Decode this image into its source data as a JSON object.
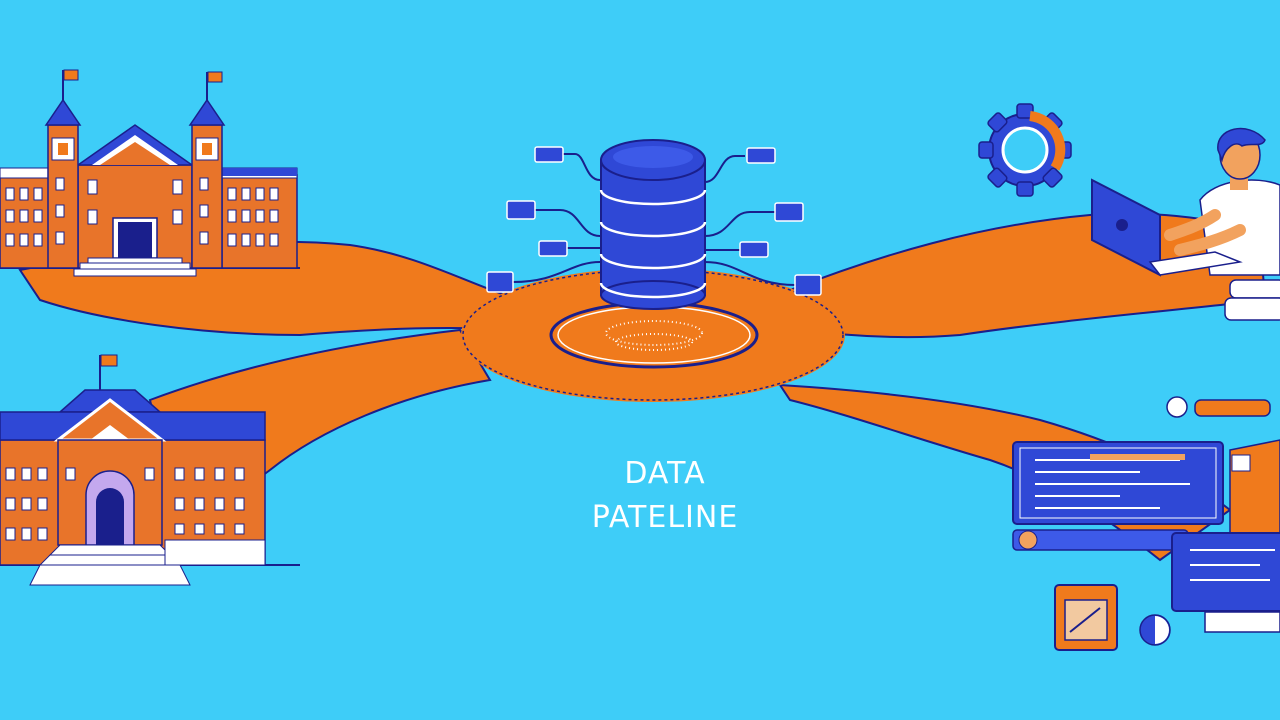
{
  "caption": {
    "line1": "DATA",
    "line2": "PATELINE"
  },
  "colors": {
    "background": "#3ecdf8",
    "path_orange": "#f07a1c",
    "navy": "#1a1f8c",
    "royal_blue": "#2f48d6",
    "brick": "#e8742a",
    "white": "#ffffff",
    "skin": "#f2a25e"
  },
  "icons": {
    "left_top": "university-building",
    "left_bottom": "school-building",
    "center": "database-stack",
    "top_right_1": "gear",
    "top_right_2": "person-with-laptop",
    "bottom_right": "computer-monitors"
  }
}
